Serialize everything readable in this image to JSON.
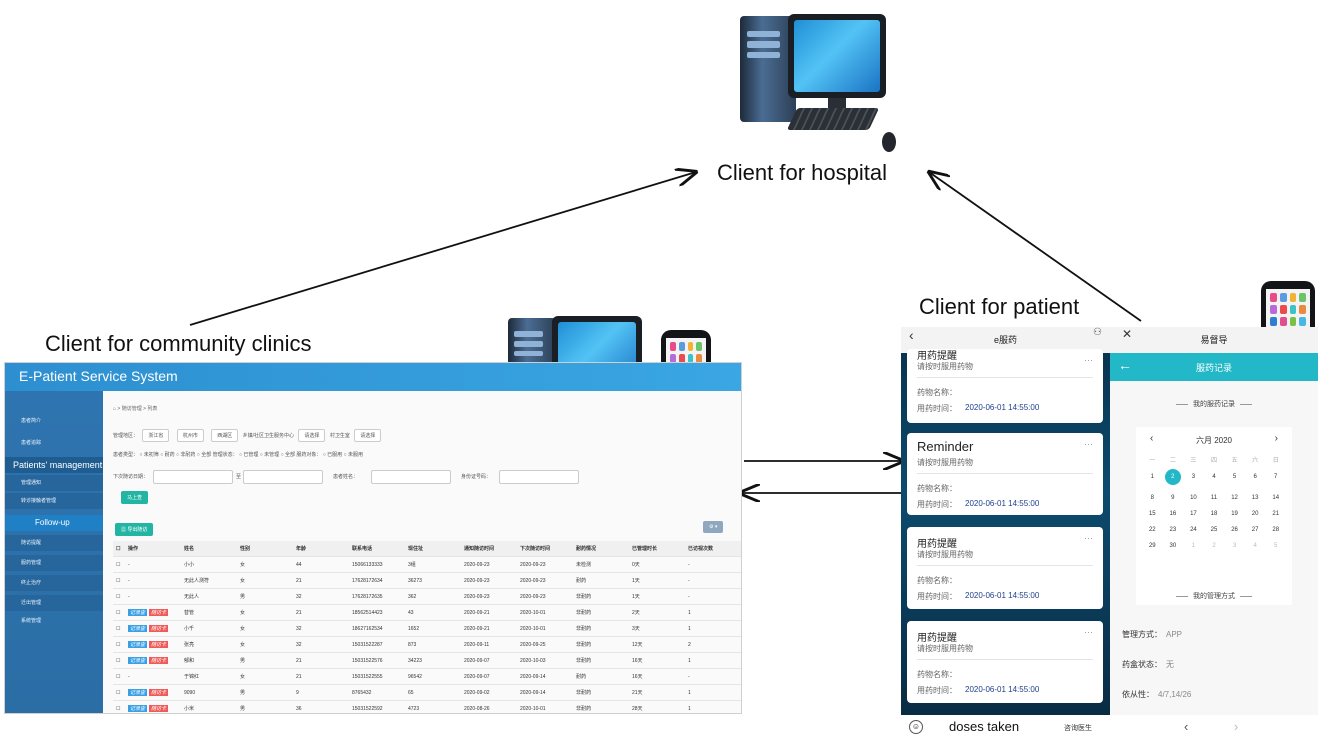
{
  "labels": {
    "hospital": "Client for hospital",
    "patient": "Client for patient",
    "community": "Client for community clinics"
  },
  "web_app": {
    "title": "E-Patient Service System",
    "sidebar": {
      "group1": "患者简介",
      "group2": "患者追踪",
      "patients_management": "Patients' management",
      "sub1": "管理通知",
      "sub2": "转诊接触者管理",
      "follow_up": "Follow-up",
      "sub3": "随访提醒",
      "sub4": "服药管理",
      "sub5": "终止治疗",
      "sub6": "迁出管理",
      "group3": "系统管理"
    },
    "breadcrumb": "⌂ > 随访管理 > 列表",
    "filters": {
      "row1_label": "管理地区：",
      "province": "浙江省",
      "city": "杭州市",
      "district": "西湖区",
      "center_hint": "乡镇/社区卫生服务中心",
      "street": "请选择",
      "village": "村卫生室",
      "village_sel": "请选择",
      "row2": "患者类型： ○ 未初筛 ○ 耐药 ○ 非耐药 ○ 全部    管理状态： ○ 已管理 ○ 未管理 ○ 全部    服药对象： ○ 已服用 ○ 未服用",
      "next_visit": "下次随访日期：",
      "to": "至",
      "name": "患者姓名：",
      "idcard": "身份证号码："
    },
    "search_button": "马上查",
    "export_button": "▦ 导出随访",
    "table": {
      "headers": [
        "操作",
        "姓名",
        "性别",
        "年龄",
        "联系电话",
        "现住址",
        "通知随访时间",
        "下次随访时间",
        "耐药情况",
        "已管理时长",
        "已访视次数"
      ],
      "rows": [
        [
          "-",
          "小小",
          "女",
          "44",
          "15066133333",
          "3组",
          "2020-09-23",
          "2020-09-23",
          "未检测",
          "0天",
          "-"
        ],
        [
          "-",
          "无此人测符",
          "女",
          "21",
          "17628172634",
          "36273",
          "2020-09-23",
          "2020-09-23",
          "耐药",
          "1天",
          "-"
        ],
        [
          "-",
          "无此人",
          "男",
          "32",
          "17628172635",
          "362",
          "2020-09-23",
          "2020-09-23",
          "非耐药",
          "1天",
          "-"
        ],
        [
          "tag",
          "替管",
          "女",
          "21",
          "18562514423",
          "43",
          "2020-09-21",
          "2020-10-01",
          "非耐药",
          "2天",
          "1"
        ],
        [
          "tag",
          "小千",
          "女",
          "32",
          "18627162534",
          "1652",
          "2020-09-21",
          "2020-10-01",
          "非耐药",
          "3天",
          "1"
        ],
        [
          "tag",
          "张亮",
          "女",
          "32",
          "15031522287",
          "873",
          "2020-09-11",
          "2020-09-25",
          "非耐药",
          "12天",
          "2"
        ],
        [
          "tag",
          "郁和",
          "男",
          "21",
          "15031522576",
          "34223",
          "2020-09-07",
          "2020-10-03",
          "非耐药",
          "16天",
          "1"
        ],
        [
          "-",
          "于锦红",
          "女",
          "21",
          "15031522555",
          "96542",
          "2020-09-07",
          "2020-09-14",
          "耐药",
          "16天",
          "-"
        ],
        [
          "tag",
          "9090",
          "男",
          "9",
          "8765432",
          "65",
          "2020-09-02",
          "2020-09-14",
          "非耐药",
          "21天",
          "1"
        ],
        [
          "tag",
          "小米",
          "男",
          "36",
          "15031522592",
          "4723",
          "2020-08-26",
          "2020-10-01",
          "非耐药",
          "28天",
          "1"
        ]
      ],
      "tag_blue": "记录查",
      "tag_red": "随访卡"
    }
  },
  "patient_app_left": {
    "header": "e服药",
    "cards": [
      {
        "title": "用药提醒",
        "subtitle": "请按时服用药物",
        "name_label": "药物名称：",
        "time_label": "用药时间：",
        "time_value": "2020-06-01 14:55:00"
      },
      {
        "title": "Reminder",
        "subtitle": "请按时服用药物",
        "name_label": "药物名称：",
        "time_label": "用药时间：",
        "time_value": "2020-06-01 14:55:00"
      },
      {
        "title": "用药提醒",
        "subtitle": "请按时服用药物",
        "name_label": "药物名称：",
        "time_label": "用药时间：",
        "time_value": "2020-06-01 14:55:00"
      },
      {
        "title": "用药提醒",
        "subtitle": "请按时服用药物",
        "name_label": "药物名称：",
        "time_label": "用药时间：",
        "time_value": "2020-06-01 14:55:00"
      }
    ],
    "doses_taken": "doses taken",
    "consult": "咨询医生"
  },
  "patient_app_right": {
    "header": "易督导",
    "teal_title": "服药记录",
    "section1": "我的服药记录",
    "calendar_month": "六月 2020",
    "weekdays": [
      "一",
      "二",
      "三",
      "四",
      "五",
      "六",
      "日"
    ],
    "days": [
      "1",
      "2",
      "3",
      "4",
      "5",
      "6",
      "7",
      "8",
      "9",
      "10",
      "11",
      "12",
      "13",
      "14",
      "15",
      "16",
      "17",
      "18",
      "19",
      "20",
      "21",
      "22",
      "23",
      "24",
      "25",
      "26",
      "27",
      "28",
      "29",
      "30",
      "1",
      "2",
      "3",
      "4",
      "5"
    ],
    "selected_day": "2",
    "section2": "我的管理方式",
    "mgmt_label": "管理方式：",
    "mgmt_value": "APP",
    "box_label": "药盒状态：",
    "box_value": "无",
    "adherence_label": "依从性：",
    "adherence_value": "4/7,14/26"
  }
}
